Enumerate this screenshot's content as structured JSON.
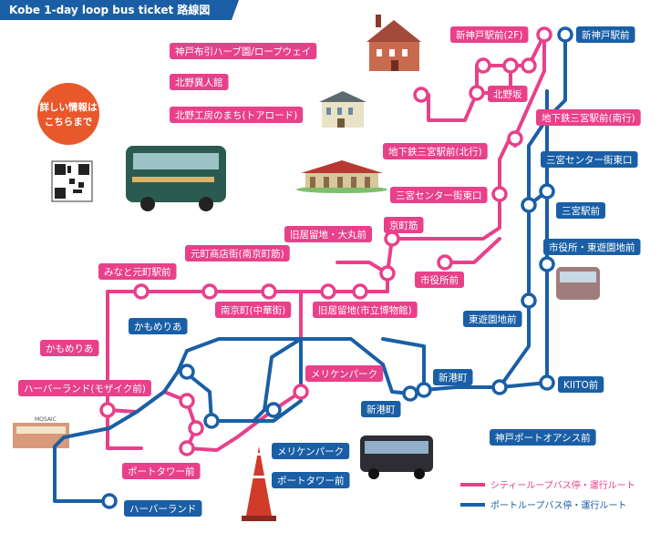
{
  "title": "Kobe 1-day loop bus ticket 路線図",
  "info_badge": [
    "詳しい情報は",
    "こちらまで"
  ],
  "colors": {
    "city_loop": "#e8408a",
    "port_loop": "#1a5fa6",
    "title_bar": "#1a5fa6",
    "info_badge": "#e9582b"
  },
  "city_loop_stops": [
    "新神戸駅前(2F)",
    "神戸布引ハーブ園/ロープウェイ",
    "北野異人館",
    "北野坂",
    "北野工房のまち(トアロード)",
    "地下鉄三宮駅前(南行)",
    "地下鉄三宮駅前(北行)",
    "三宮センター街東口",
    "京町筋",
    "旧居留地・大丸前",
    "元町商店街(南京町筋)",
    "みなと元町駅前",
    "市役所前",
    "南京町(中華街)",
    "旧居留地(市立博物館)",
    "かもめりあ",
    "ハーバーランド(モザイク前)",
    "メリケンパーク",
    "ポートタワー前"
  ],
  "port_loop_stops": [
    "新神戸駅前",
    "三宮センター街東口",
    "三宮駅前",
    "市役所・東遊園地前",
    "東遊園地前",
    "かもめりあ",
    "新港町",
    "新港町",
    "KIITO前",
    "神戸ポートオアシス前",
    "メリケンパーク",
    "ポートタワー前",
    "ハーバーランド"
  ],
  "legend": {
    "city": "シティーループバス停・運行ルート",
    "port": "ポートループバス停・運行ルート"
  },
  "icons": [
    "bus-icon",
    "port-loop-bus-icon",
    "port-tower-icon",
    "qr-code-icon",
    "mosaic-building-icon",
    "herb-garden-house-icon",
    "weathercock-house-icon",
    "kitano-workshop-icon",
    "museum-pavilion-icon"
  ]
}
